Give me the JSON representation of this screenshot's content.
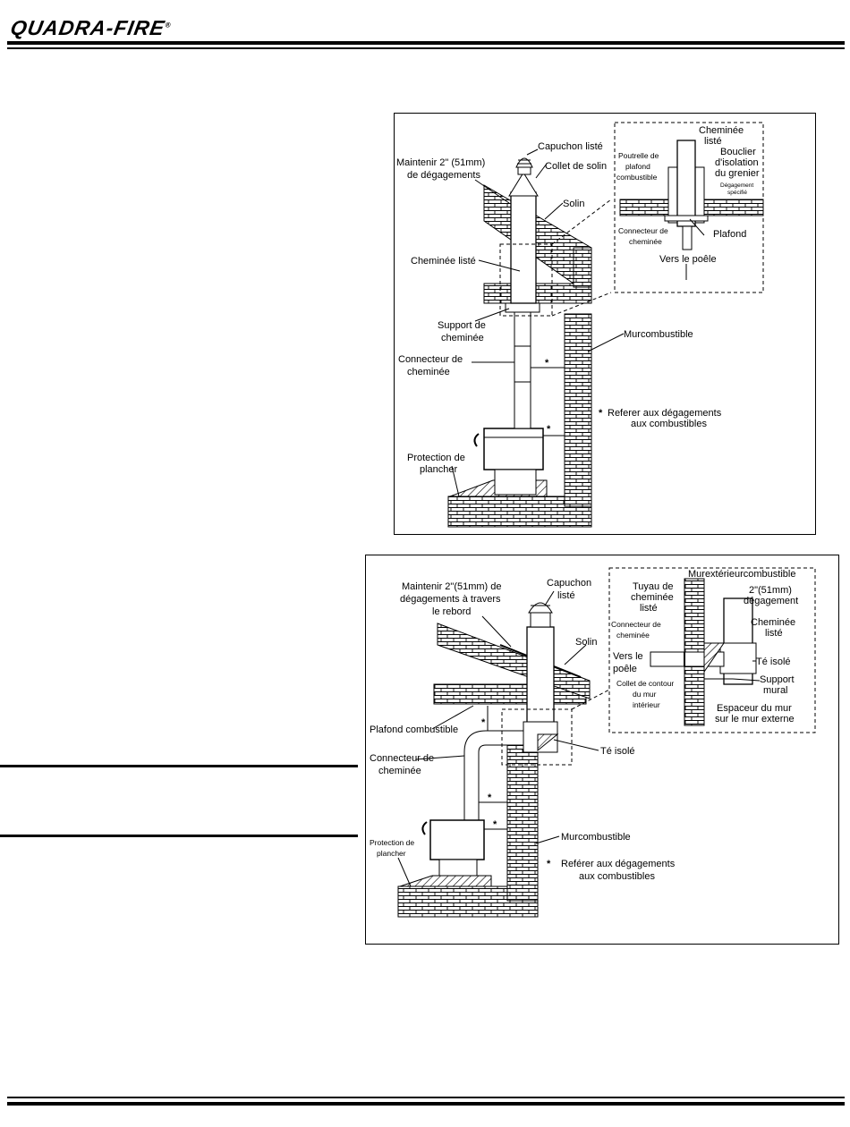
{
  "header": {
    "logo_text": "QUADRA-FIRE",
    "logo_mark": "®"
  },
  "figure1": {
    "labels": {
      "capuchon": "Capuchon listé",
      "maintenir_1": "Maintenir 2\" (51mm)",
      "maintenir_2": "de dégagements",
      "collet_solin": "Collet de solin",
      "solin": "Solin",
      "cheminee_liste": "Cheminée listé",
      "support_1": "Support de",
      "support_2": "cheminée",
      "connecteur_1": "Connecteur de",
      "connecteur_2": "cheminée",
      "mur_combustible": "Murcombustible",
      "star": "*",
      "referer_1": "Referer aux dégagements",
      "referer_2": "aux combustibles",
      "protection_1": "Protection de",
      "protection_2": "plancher"
    },
    "inset": {
      "cheminee_1": "Cheminée",
      "cheminee_2": "listé",
      "poutrelle_1": "Poutrelle de",
      "poutrelle_2": "plafond",
      "poutrelle_3": "combustible",
      "bouclier_1": "Bouclier",
      "bouclier_2": "d'isolation",
      "bouclier_3": "du grenier",
      "degagement_1": "Dégagement",
      "degagement_2": "spécifié",
      "connecteur_1": "Connecteur de",
      "connecteur_2": "cheminée",
      "plafond": "Plafond",
      "vers_poele": "Vers le poêle"
    }
  },
  "figure2": {
    "labels": {
      "maintenir_1": "Maintenir 2\"(51mm) de",
      "maintenir_2": "dégagements à travers",
      "maintenir_3": "le rebord",
      "capuchon_1": "Capuchon",
      "capuchon_2": "listé",
      "solin": "Solin",
      "plafond": "Plafond combustible",
      "connecteur_1": "Connecteur de",
      "connecteur_2": "cheminée",
      "te_isole": "Té isolé",
      "mur_combustible": "Murcombustible",
      "protection_1": "Protection de",
      "protection_2": "plancher",
      "star": "*",
      "referer_1": "Reférer aux dégagements",
      "referer_2": "aux combustibles"
    },
    "inset": {
      "mur_ext": "Murextérieurcombustible",
      "tuyau_1": "Tuyau de",
      "tuyau_2": "cheminée",
      "tuyau_3": "listé",
      "deg_1": "2\"(51mm)",
      "deg_2": "dégagement",
      "connecteur_1": "Connecteur de",
      "connecteur_2": "cheminée",
      "cheminee_1": "Cheminée",
      "cheminee_2": "listé",
      "vers_1": "Vers le",
      "vers_2": "poêle",
      "te_isole": "Té isolé",
      "collet_1": "Collet de contour",
      "collet_2": "du mur",
      "collet_3": "intérieur",
      "support_1": "Support",
      "support_2": "mural",
      "espaceur_1": "Espaceur du mur",
      "espaceur_2": "sur le mur externe"
    }
  }
}
